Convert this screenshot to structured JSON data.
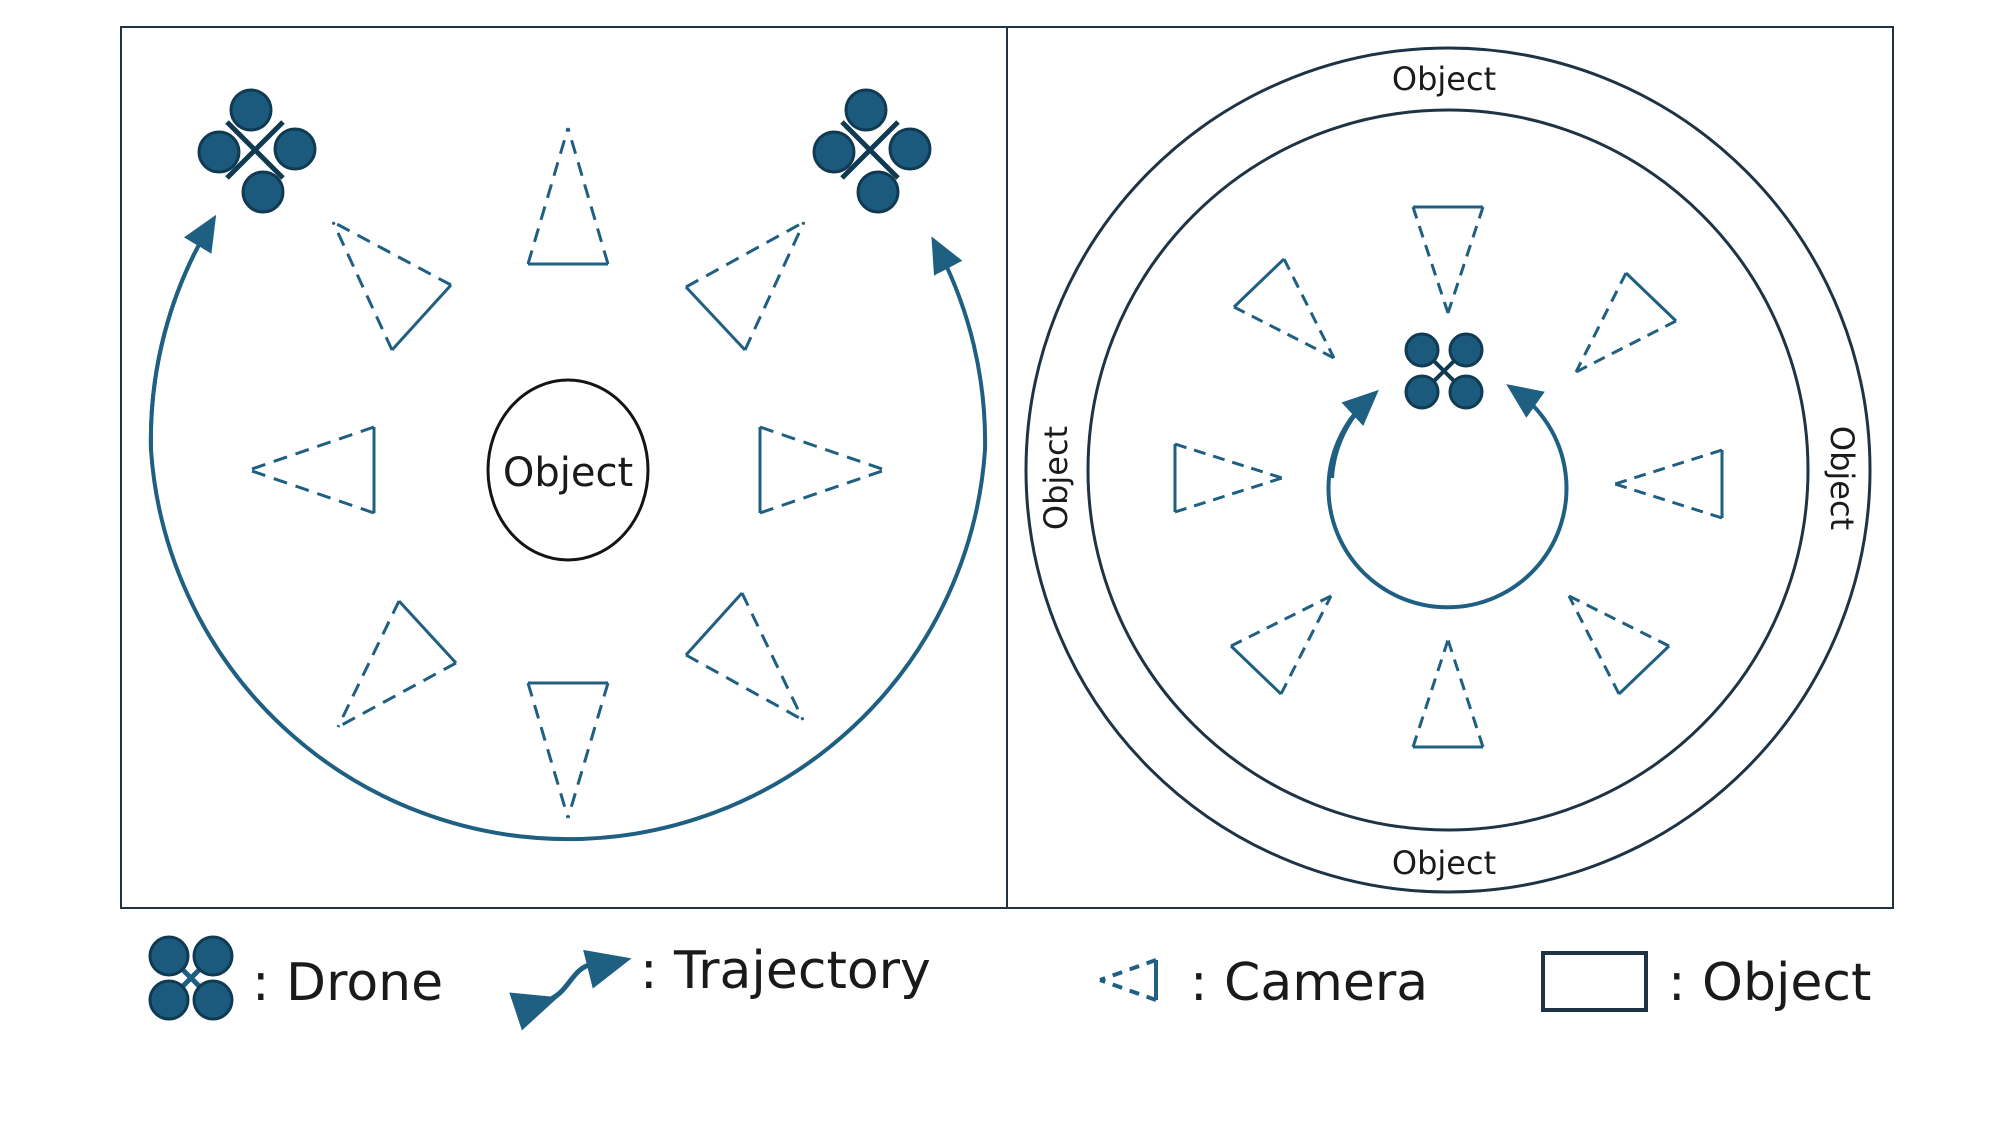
{
  "colors": {
    "accent": "#1f5f82",
    "drone_fill": "#1b5a7c",
    "drone_outline": "#0f3a52",
    "frame": "#1e3444",
    "object_outline": "#141414",
    "text": "#1a1a1a"
  },
  "left_panel": {
    "object_label": "Object",
    "camera_count": 8,
    "drone_count": 2
  },
  "right_panel": {
    "object_label_top": "Object",
    "object_label_bottom": "Object",
    "object_label_left": "Object",
    "object_label_right": "Object",
    "camera_count": 8,
    "drone_count": 1
  },
  "legend": {
    "drone": {
      "icon": "drone-icon",
      "label": ": Drone"
    },
    "trajectory": {
      "icon": "trajectory-icon",
      "label": ": Trajectory"
    },
    "camera": {
      "icon": "camera-icon",
      "label": ": Camera"
    },
    "object": {
      "icon": "object-box-icon",
      "label": ": Object"
    }
  }
}
